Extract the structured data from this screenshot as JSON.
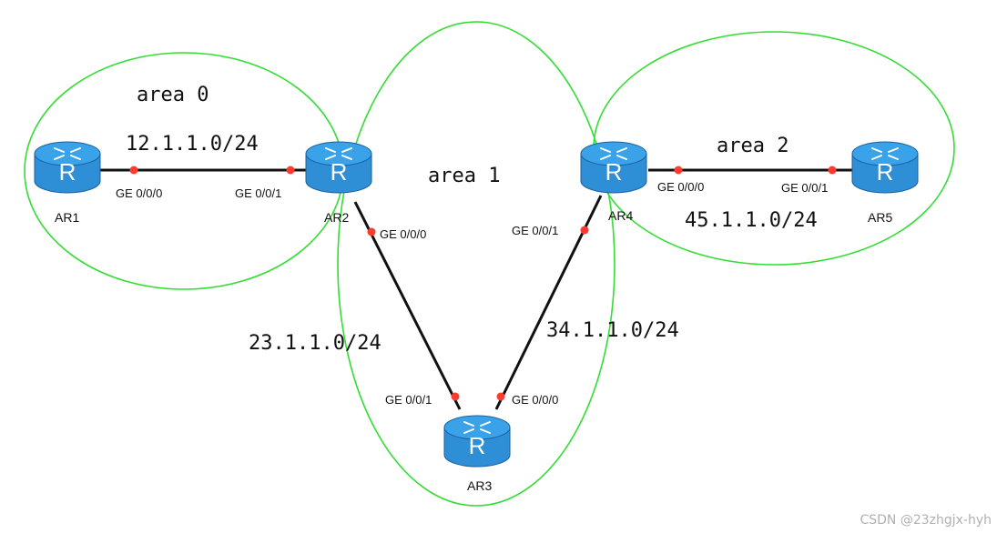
{
  "colors": {
    "area_border": "#33dd33",
    "link": "#111111",
    "port_dot": "#ff3b30",
    "router_body": "#2f8fd6",
    "router_top": "#3aa2e8",
    "router_bottom": "#1b5f9c"
  },
  "icon": "router-icon",
  "router_letter": "R",
  "areas": [
    {
      "id": "area0",
      "label": "area 0"
    },
    {
      "id": "area1",
      "label": "area 1"
    },
    {
      "id": "area2",
      "label": "area 2"
    }
  ],
  "routers": [
    {
      "id": "AR1",
      "name": "AR1"
    },
    {
      "id": "AR2",
      "name": "AR2"
    },
    {
      "id": "AR3",
      "name": "AR3"
    },
    {
      "id": "AR4",
      "name": "AR4"
    },
    {
      "id": "AR5",
      "name": "AR5"
    }
  ],
  "links": [
    {
      "id": "ar1-ar2",
      "from": "AR1",
      "to": "AR2",
      "subnet": "12.1.1.0/24",
      "from_port": "GE 0/0/0",
      "to_port": "GE 0/0/1"
    },
    {
      "id": "ar2-ar3",
      "from": "AR2",
      "to": "AR3",
      "subnet": "23.1.1.0/24",
      "from_port": "GE 0/0/0",
      "to_port": "GE 0/0/1"
    },
    {
      "id": "ar3-ar4",
      "from": "AR3",
      "to": "AR4",
      "subnet": "34.1.1.0/24",
      "from_port": "GE 0/0/0",
      "to_port": "GE 0/0/1"
    },
    {
      "id": "ar4-ar5",
      "from": "AR4",
      "to": "AR5",
      "subnet": "45.1.1.0/24",
      "from_port": "GE 0/0/0",
      "to_port": "GE 0/0/1"
    }
  ],
  "watermark": "CSDN @23zhgjx-hyh"
}
